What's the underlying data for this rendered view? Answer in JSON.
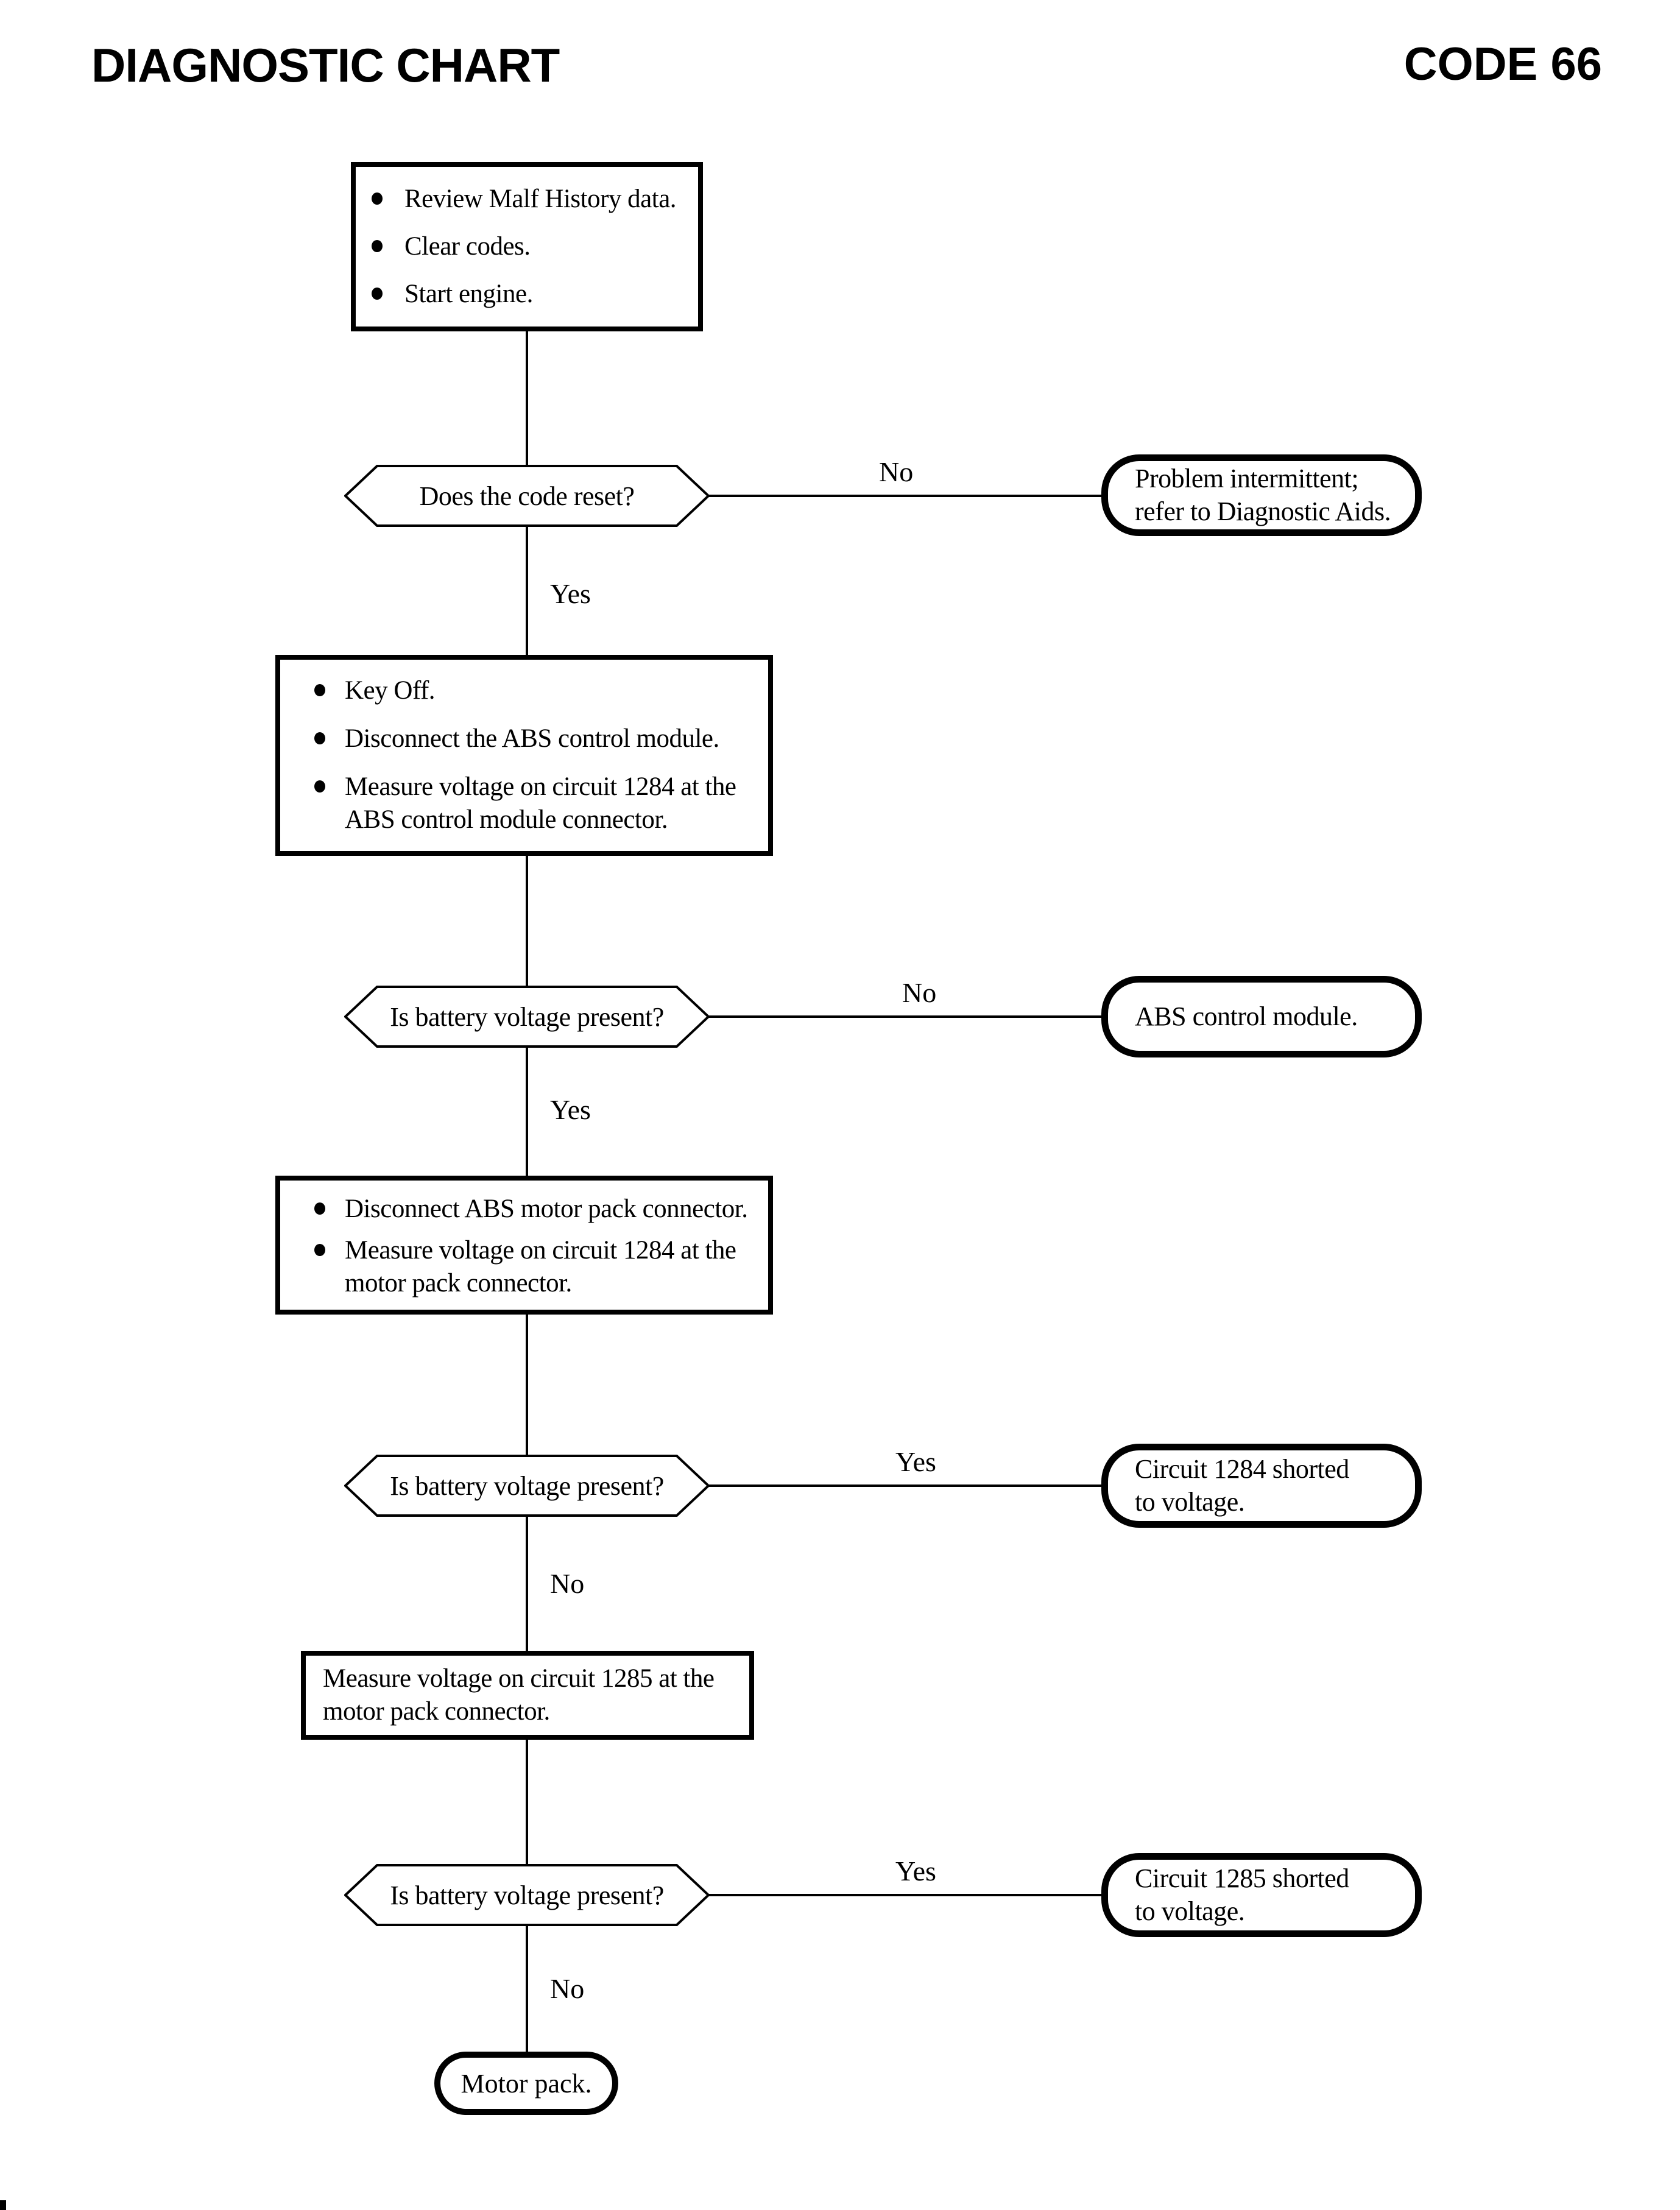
{
  "header": {
    "title": "DIAGNOSTIC CHART",
    "code": "CODE 66"
  },
  "labels": {
    "yes": "Yes",
    "no": "No"
  },
  "flow": {
    "box1": {
      "items": [
        "Review Malf History data.",
        "Clear codes.",
        "Start engine."
      ]
    },
    "decision1": "Does the code reset?",
    "result1": [
      "Problem intermittent;",
      "refer to Diagnostic Aids."
    ],
    "box2": {
      "item1": "Key Off.",
      "item2": "Disconnect the ABS control module.",
      "item3a": "Measure voltage on circuit 1284 at the",
      "item3b": "ABS control module connector."
    },
    "decision2": "Is battery voltage present?",
    "result2": "ABS control module.",
    "box3": {
      "item1": "Disconnect ABS motor pack connector.",
      "item2a": "Measure voltage on circuit 1284 at the",
      "item2b": "motor pack connector."
    },
    "decision3": "Is battery voltage present?",
    "result3": [
      "Circuit 1284 shorted",
      "to voltage."
    ],
    "box4": [
      "Measure voltage on circuit 1285 at the",
      "motor pack connector."
    ],
    "decision4": "Is battery voltage present?",
    "result4": [
      "Circuit 1285 shorted",
      "to voltage."
    ],
    "terminal": "Motor pack."
  }
}
